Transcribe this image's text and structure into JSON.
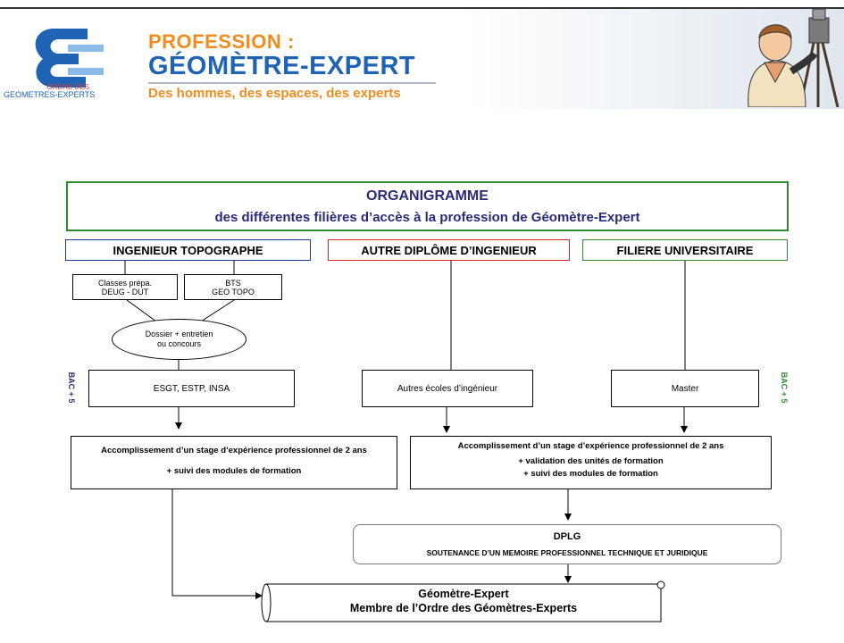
{
  "header": {
    "logo_org_line1": "ORDRE DES",
    "logo_org_line2": "GEOMETRES-EXPERTS",
    "profession_line1": "PROFESSION :",
    "profession_line2": "GÉOMÈTRE-EXPERT",
    "tagline": "Des hommes, des espaces, des experts"
  },
  "title": {
    "line1": "ORGANIGRAMME",
    "line2": "des différentes filières d’accès à la profession de Géomètre-Expert"
  },
  "columns": {
    "left": "INGENIEUR TOPOGRAPHE",
    "middle": "AUTRE DIPLÔME D’INGENIEUR",
    "right": "FILIERE UNIVERSITAIRE"
  },
  "prep": {
    "classes_line1": "Classes prépa.",
    "classes_line2": "DEUG - DUT",
    "bts_line1": "BTS",
    "bts_line2": "GEO TOPO",
    "dossier_line1": "Dossier + entretien",
    "dossier_line2": "ou concours"
  },
  "side": {
    "left": "BAC + 5",
    "right": "BAC + 5"
  },
  "schools": {
    "left": "ESGT, ESTP, INSA",
    "middle": "Autres écoles d’ingénieur",
    "right": "Master"
  },
  "stage_left": {
    "line1": "Accomplissement d’un stage d’expérience professionnel de 2 ans",
    "line2": "+ suivi des modules de formation"
  },
  "stage_right": {
    "line1": "Accomplissement d’un stage d’expérience professionnel de 2 ans",
    "line2": "+ validation des unités de formation",
    "line3": "+ suivi des modules de formation"
  },
  "dplg": {
    "title": "DPLG",
    "text": "SOUTENANCE D’UN MEMOIRE PROFESSIONNEL TECHNIQUE ET JURIDIQUE"
  },
  "final": {
    "line1": "Géomètre-Expert",
    "line2": "Membre de l’Ordre des Géomètres-Experts"
  },
  "colors": {
    "green": "#2e8b2e",
    "red": "#e02020",
    "blue": "#1f3a93",
    "navy": "#2a2a7a",
    "orange": "#f28c1e",
    "header_blue": "#1f63b4"
  }
}
